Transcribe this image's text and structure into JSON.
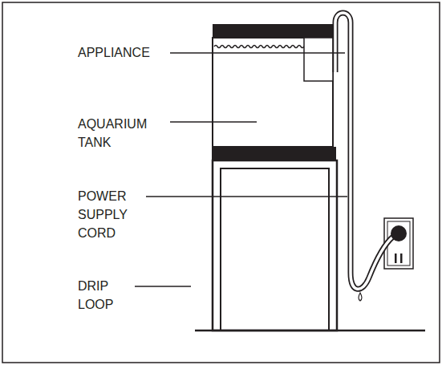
{
  "diagram": {
    "labels": [
      "APPLIANCE",
      "AQUARIUM TANK",
      "POWER SUPPLY CORD",
      "DRIP LOOP"
    ]
  }
}
